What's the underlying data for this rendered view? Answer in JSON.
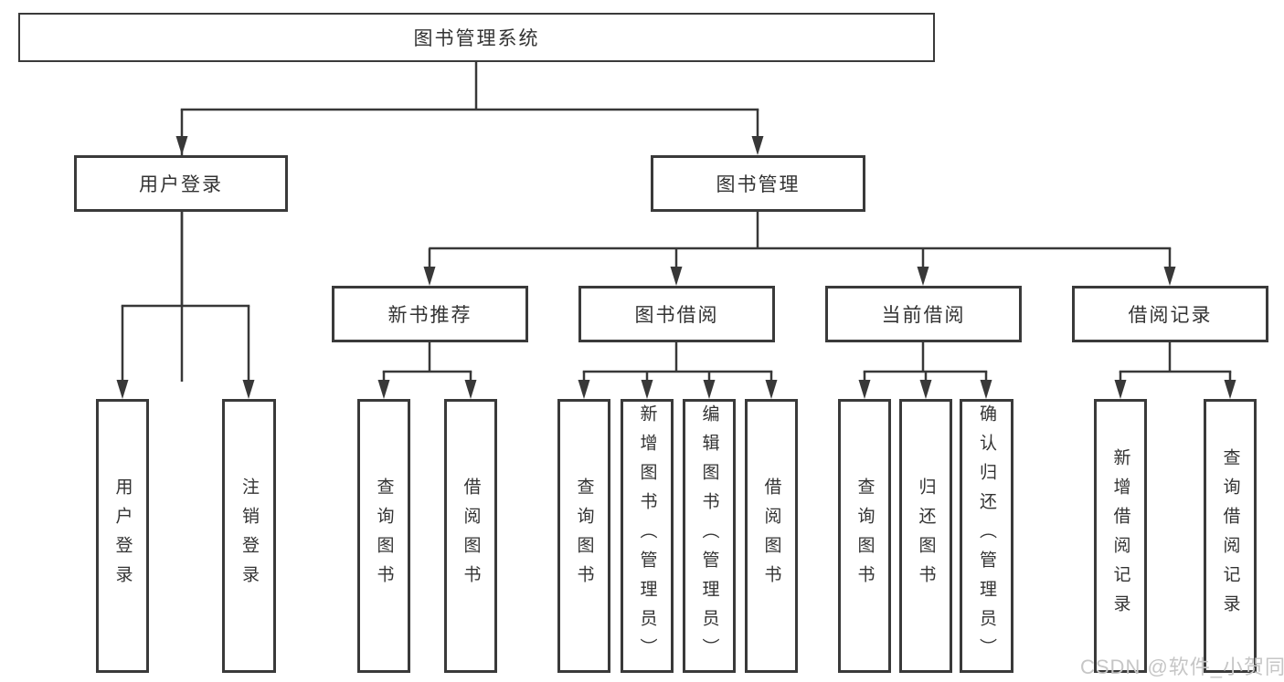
{
  "title": "图书管理系统",
  "watermark": "CSDN @软件_小贺同学",
  "colors": {
    "line": "#383838",
    "text": "#333333",
    "border": "#3a3a3a",
    "background": "#ffffff",
    "watermark": "#c6c6c6"
  },
  "nodes": {
    "root": {
      "label": "图书管理系统"
    },
    "level2": [
      {
        "label": "用户登录"
      },
      {
        "label": "图书管理"
      }
    ],
    "level3": [
      {
        "label": "新书推荐"
      },
      {
        "label": "图书借阅"
      },
      {
        "label": "当前借阅"
      },
      {
        "label": "借阅记录"
      }
    ],
    "level4": {
      "g1": [
        {
          "label": "用户登录"
        },
        {
          "label": "注销登录"
        }
      ],
      "g2": [
        {
          "label": "查询图书"
        },
        {
          "label": "借阅图书"
        }
      ],
      "g3": [
        {
          "label": "查询图书"
        },
        {
          "label": "新增图书（管理员）"
        },
        {
          "label": "编辑图书（管理员）"
        },
        {
          "label": "借阅图书"
        }
      ],
      "g4": [
        {
          "label": "查询图书"
        },
        {
          "label": "归还图书"
        },
        {
          "label": "确认归还（管理员）"
        }
      ],
      "g5": [
        {
          "label": "新增借阅记录"
        },
        {
          "label": "查询借阅记录"
        }
      ]
    }
  }
}
